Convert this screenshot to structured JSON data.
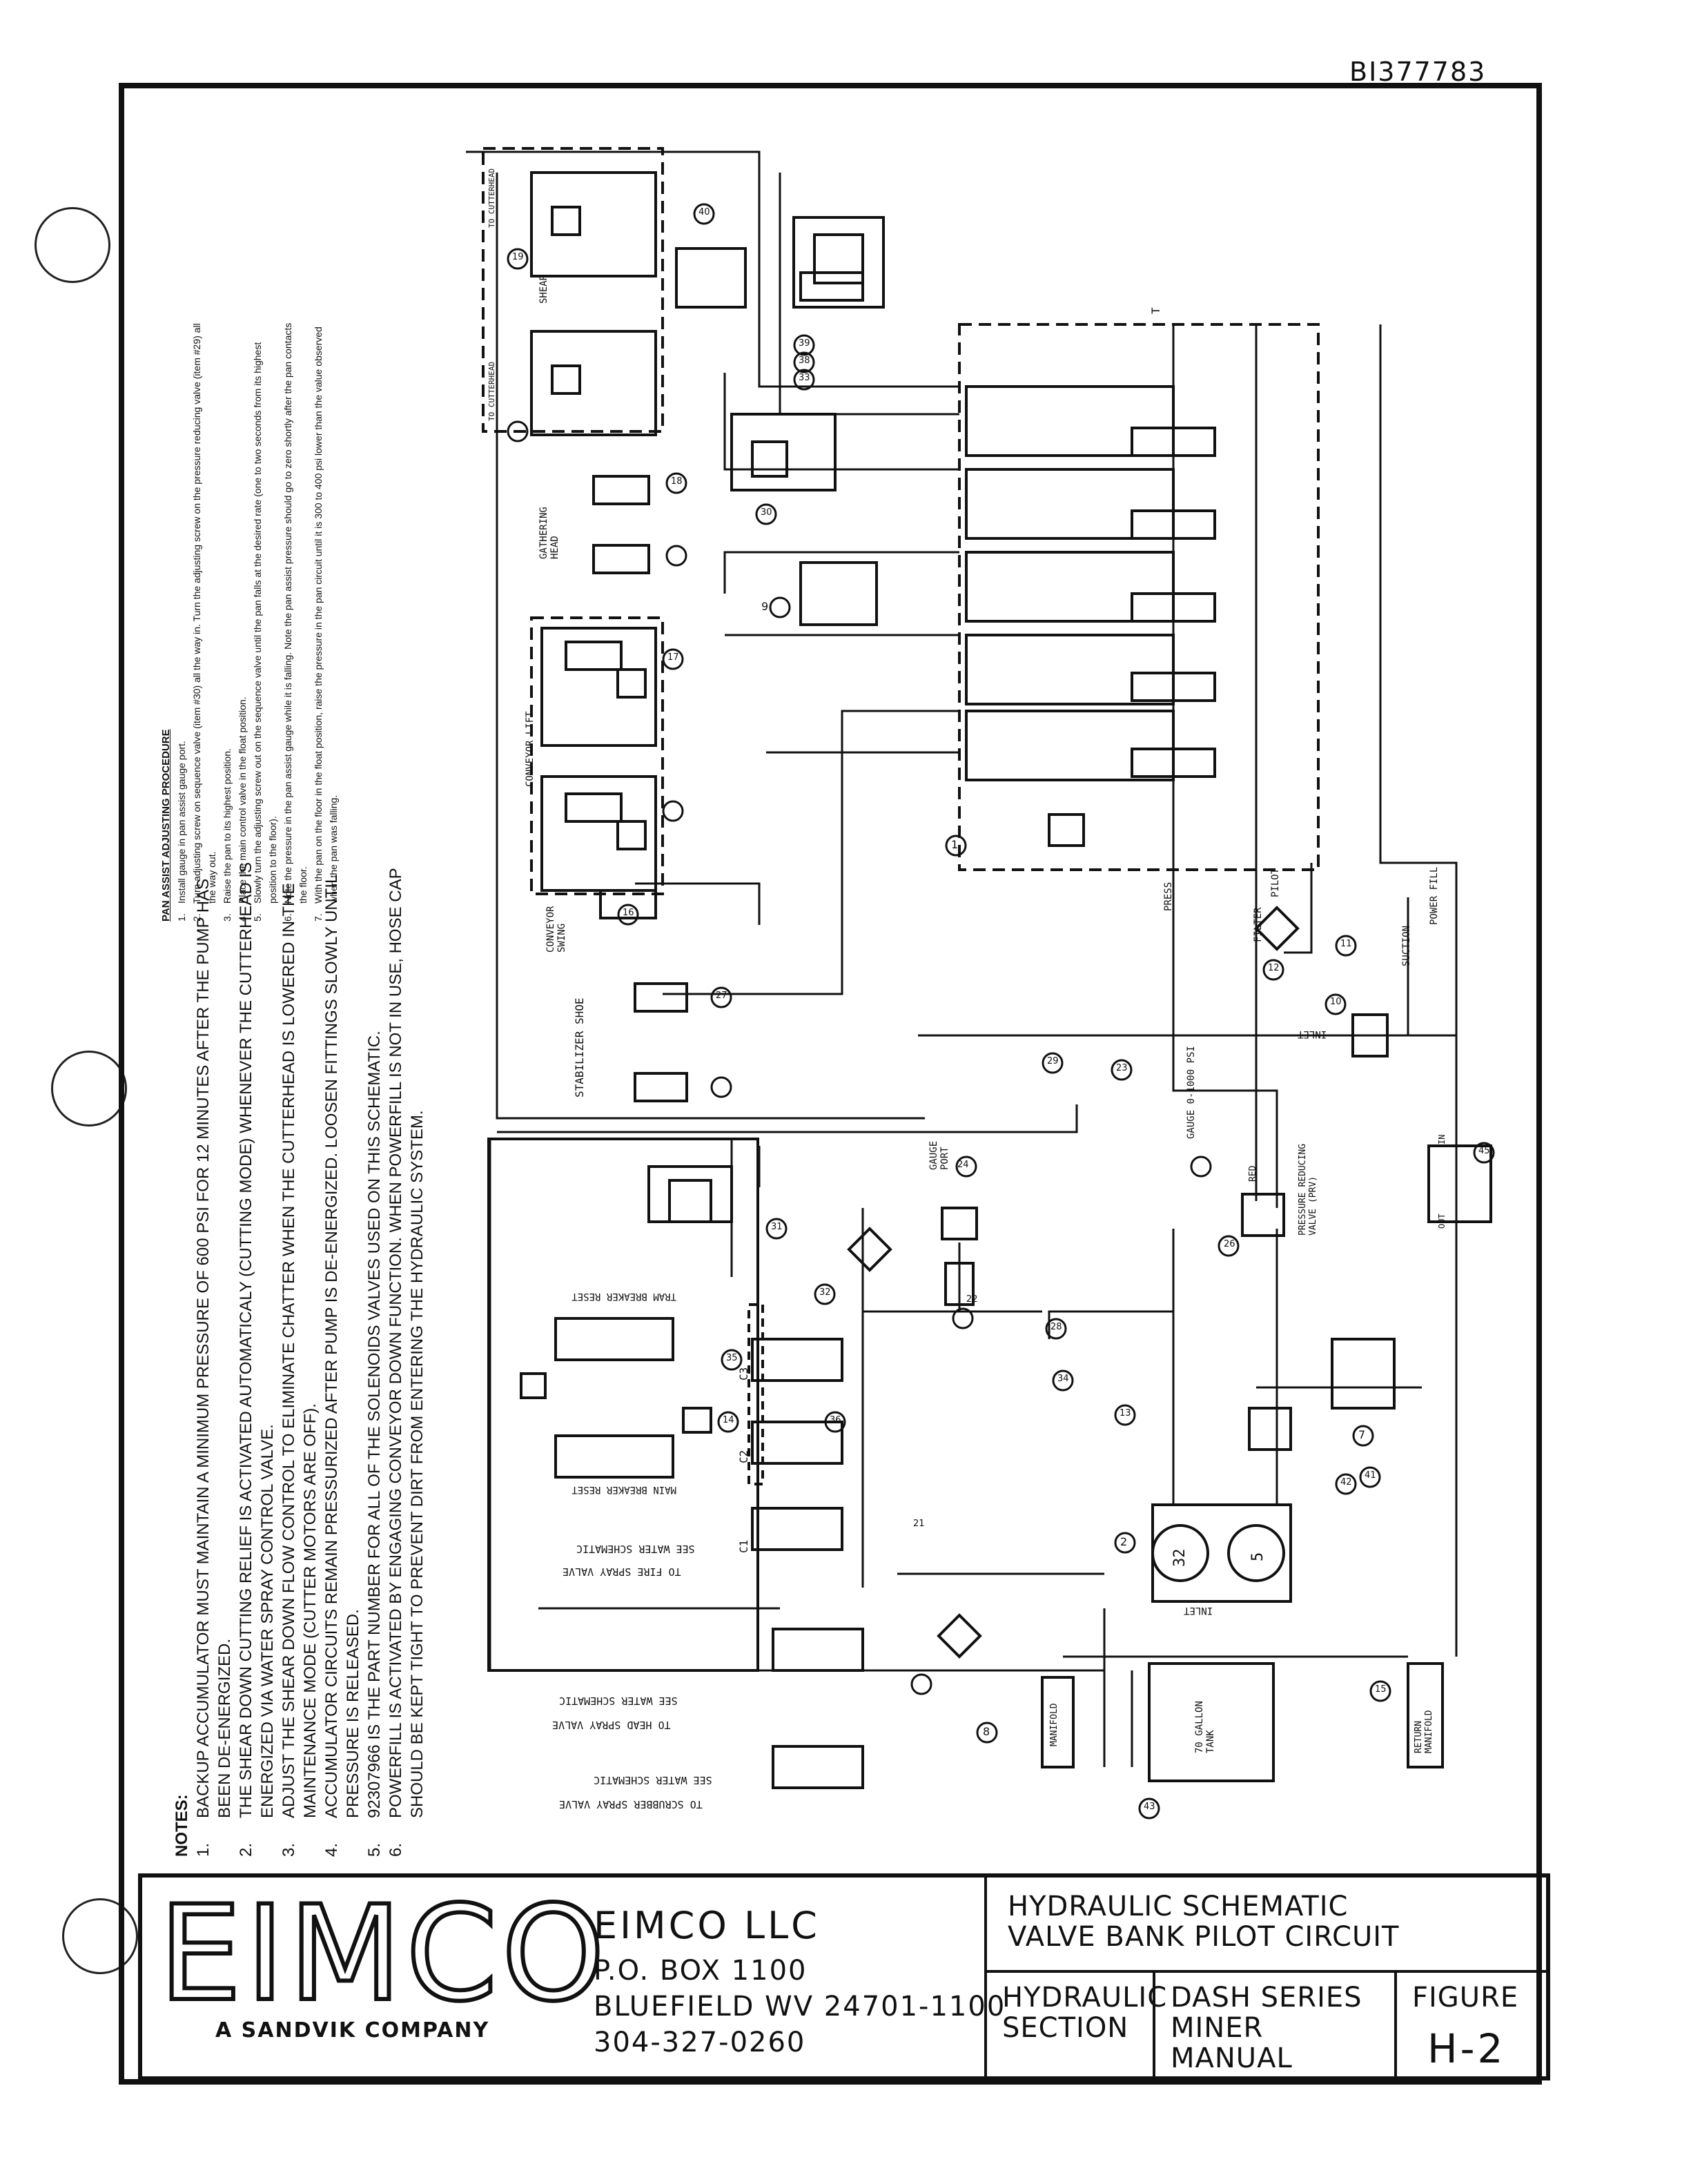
{
  "document_id": "BI377783",
  "notes": {
    "title": "NOTES:",
    "items": [
      {
        "num": "1.",
        "text": "BACKUP ACCUMULATOR MUST MAINTAIN A MINIMUM PRESSURE OF 600 PSI FOR 12 MINUTES AFTER THE PUMP HAS BEEN DE-ENERGIZED."
      },
      {
        "num": "2.",
        "text": "THE SHEAR DOWN CUTTING RELIEF IS ACTIVATED AUTOMATICALY (CUTTING MODE) WHENEVER THE CUTTERHEAD IS ENERGIZED VIA WATER SPRAY CONTROL VALVE."
      },
      {
        "num": "3.",
        "text": "ADJUST THE SHEAR DOWN FLOW CONTROL TO ELIMINATE CHATTER WHEN THE CUTTERHEAD IS LOWERED IN THE MAINTENANCE MODE (CUTTER MOTORS ARE OFF)."
      },
      {
        "num": "4.",
        "text": "ACCUMULATOR CIRCUITS REMAIN PRESSURIZED AFTER PUMP IS DE-ENERGIZED. LOOSEN FITTINGS SLOWLY UNTIL PRESSURE IS RELEASED."
      },
      {
        "num": "5.",
        "text": "92307966 IS THE PART NUMBER FOR ALL OF THE SOLENOIDS VALVES USED ON THIS SCHEMATIC."
      },
      {
        "num": "6.",
        "text": "POWERFILL IS ACTIVATED BY ENGAGING CONVEYOR DOWN FUNCTION. WHEN POWERFILL IS NOT IN USE, HOSE CAP SHOULD BE KEPT TIGHT TO PREVENT DIRT FROM ENTERING THE HYDRAULIC SYSTEM."
      }
    ]
  },
  "procedure": {
    "title": "PAN ASSIST ADJUSTING PROCEDURE",
    "items": [
      {
        "num": "1.",
        "text": "Install gauge in pan assist gauge port."
      },
      {
        "num": "2.",
        "text": "Turn adjusting screw on sequence valve (item #30) all the way in. Turn the adjusting screw on the pressure reducing valve (item #29) all the way out."
      },
      {
        "num": "3.",
        "text": "Raise the pan to its highest position."
      },
      {
        "num": "4.",
        "text": "Place the main control valve in the float position."
      },
      {
        "num": "5.",
        "text": "Slowly turn the adjusting screw out on the sequence valve until the pan falls at the desired rate (one to two seconds from its highest position to the floor)."
      },
      {
        "num": "6.",
        "text": "Note the pressure in the pan assist gauge while it is falling. Note the pan assist pressure should go to zero shortly after the pan contacts the floor."
      },
      {
        "num": "7.",
        "text": "With the pan on the floor in the float position, raise the pressure in the pan circuit until it is 300 to 400 psi lower than the value observed when the pan was falling."
      }
    ]
  },
  "schematic": {
    "labels": {
      "shear": "SHEAR",
      "gathering_head": "GATHERING HEAD",
      "conveyor_lift": "CONVEYOR LIFT",
      "conveyor_swing": "CONVEYOR SWING",
      "stabilizer_shoe": "STABILIZER SHOE",
      "tram_breaker_reset": "TRAM BREAKER RESET",
      "main_breaker_reset": "MAIN BREAKER RESET",
      "press": "PRESS",
      "pilot": "PILOT",
      "filter": "FILTER",
      "suction": "SUCTION",
      "power_fill": "POWER FILL",
      "inlet": "INLET",
      "gauge": "GAUGE 0-1000 PSI",
      "gauge_port": "GAUGE PORT",
      "prv": "PRESSURE REDUCING VALVE (PRV)",
      "tank": "70 GALLON TANK",
      "manifold": "MANIFOLD",
      "return_manifold": "RETURN MANIFOLD",
      "fire_spray_1": "TO FIRE SPRAY VALVE",
      "fire_spray_2": "SEE WATER SCHEMATIC",
      "head_spray_1": "TO HEAD SPRAY VALVE",
      "head_spray_2": "SEE WATER SCHEMATIC",
      "scrubber_spray_1": "TO SCRUBBER SPRAY VALVE",
      "scrubber_spray_2": "SEE WATER SCHEMATIC",
      "to_cutterhead": "TO CUTTERHEAD",
      "in": "IN",
      "out": "OUT",
      "red": "RED",
      "t": "T",
      "c1": "C1",
      "c2": "C2",
      "c3": "C3",
      "pump_a": "32",
      "pump_b": "5"
    },
    "item_numbers": [
      "1",
      "2",
      "7",
      "8",
      "9",
      "10",
      "11",
      "12",
      "13",
      "14",
      "15",
      "16",
      "17",
      "18",
      "19",
      "21",
      "22",
      "23",
      "24",
      "26",
      "27",
      "28",
      "29",
      "30",
      "31",
      "32",
      "33",
      "34",
      "35",
      "36",
      "38",
      "39",
      "40",
      "41",
      "42",
      "43",
      "45"
    ]
  },
  "title_block": {
    "logo": "EIMCO",
    "tagline": "A SANDVIK COMPANY",
    "company_name": "EIMCO LLC",
    "address_1": "P.O. BOX 1100",
    "address_2": "BLUEFIELD WV 24701-1100",
    "phone": "304-327-0260",
    "drawing_title_1": "HYDRAULIC SCHEMATIC",
    "drawing_title_2": "VALVE BANK PILOT CIRCUIT",
    "section_1": "HYDRAULIC",
    "section_2": "SECTION",
    "manual_1": "DASH SERIES",
    "manual_2": "MINER",
    "manual_3": "MANUAL",
    "figure_label": "FIGURE",
    "figure_number": "H-2"
  }
}
